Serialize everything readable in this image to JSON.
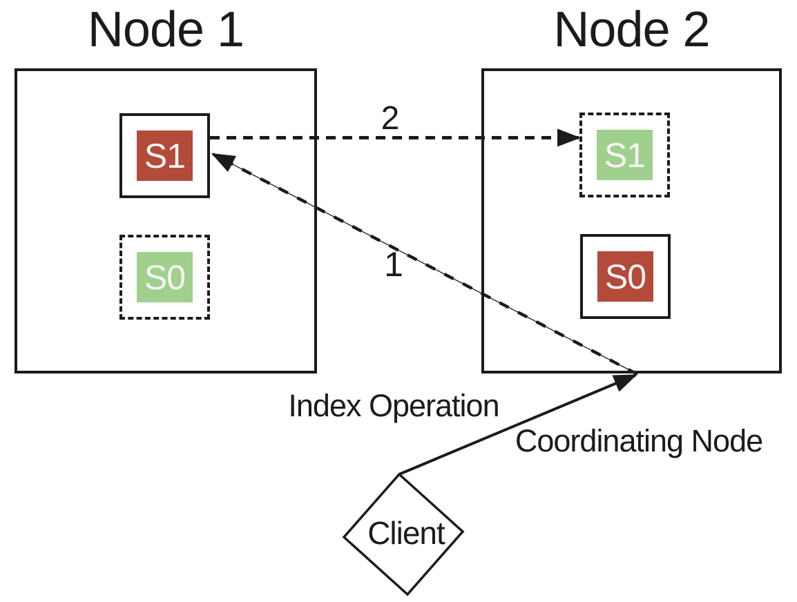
{
  "colors": {
    "primary_shard_red": "#b34a3a",
    "replica_shard_green": "#a0d08e",
    "ink": "#1b1b1b",
    "shard_label_text": "#f7f4f0",
    "background": "#ffffff"
  },
  "node1": {
    "title": "Node 1",
    "shards": {
      "top": {
        "label": "S1",
        "fill": "red-primary",
        "outline": "solid"
      },
      "bottom": {
        "label": "S0",
        "fill": "green-replica",
        "outline": "dashed"
      }
    }
  },
  "node2": {
    "title": "Node 2",
    "shards": {
      "top": {
        "label": "S1",
        "fill": "green-replica",
        "outline": "dashed"
      },
      "bottom": {
        "label": "S0",
        "fill": "red-primary",
        "outline": "solid"
      }
    }
  },
  "arrows": {
    "step1": {
      "label": "1",
      "style": "dashed",
      "from": "coordinating point on Node 2 bottom edge",
      "to": "S1 primary shard in Node 1"
    },
    "step2": {
      "label": "2",
      "style": "dashed",
      "from": "S1 primary shard in Node 1",
      "to": "S1 replica shard in Node 2"
    },
    "index_op": {
      "style": "solid",
      "from": "Client",
      "to": "coordinating point on Node 2 bottom edge"
    }
  },
  "annotations": {
    "index_operation": "Index Operation",
    "coordinating_node": "Coordinating Node",
    "client": "Client"
  }
}
